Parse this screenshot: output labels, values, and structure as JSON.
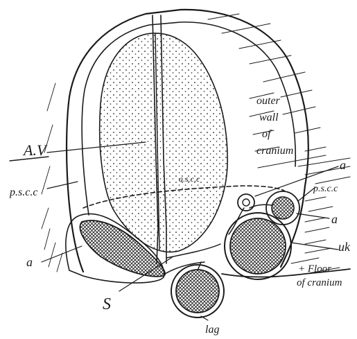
{
  "figure": {
    "labels": {
      "av": "A.V",
      "outer_wall": [
        "outer",
        "wall",
        "of",
        "cranium"
      ],
      "ascc": "a.s.c.c",
      "pscc_left": "p.s.c.c",
      "a_left": "a",
      "s": "S",
      "lag": "lag",
      "a_upper_right": "a",
      "pscc_right": "p.s.c.c",
      "a_lower_right": "a",
      "uk": "uk",
      "floor": [
        "+ Floor",
        "of cranium"
      ]
    }
  }
}
